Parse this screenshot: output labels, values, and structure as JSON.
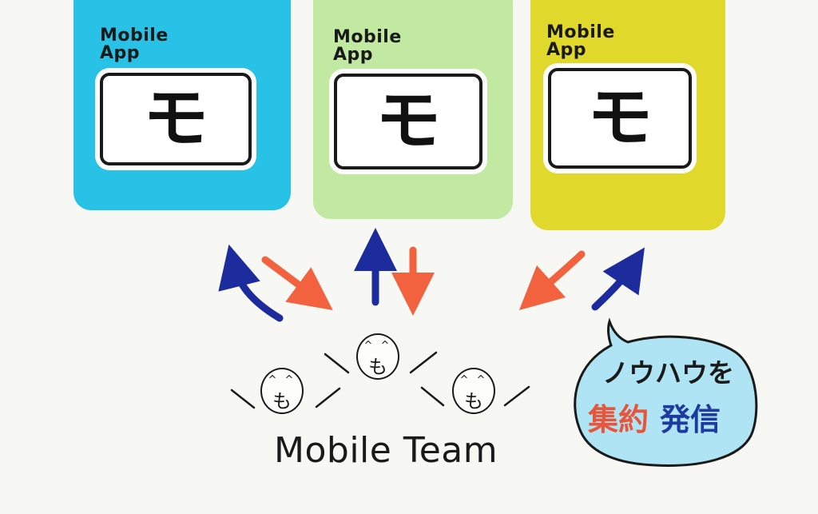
{
  "apps": [
    {
      "label_line1": "Mobile",
      "label_line2": "App",
      "icon_char": "モ",
      "color": "#27c2e6"
    },
    {
      "label_line1": "Mobile",
      "label_line2": "App",
      "icon_char": "モ",
      "color": "#c1e9a2"
    },
    {
      "label_line1": "Mobile",
      "label_line2": "App",
      "icon_char": "モ",
      "color": "#e0d82a"
    }
  ],
  "team": {
    "face_char": "も",
    "face_eyes": "^ ^",
    "label": "Mobile Team"
  },
  "bubble": {
    "line1": "ノウハウを",
    "word1": "集約",
    "word2": "発信",
    "fill": "#aee4f4"
  },
  "colors": {
    "arrow_up": "#1d2c9c",
    "arrow_down": "#f2623f",
    "ink": "#1a1a1a"
  }
}
